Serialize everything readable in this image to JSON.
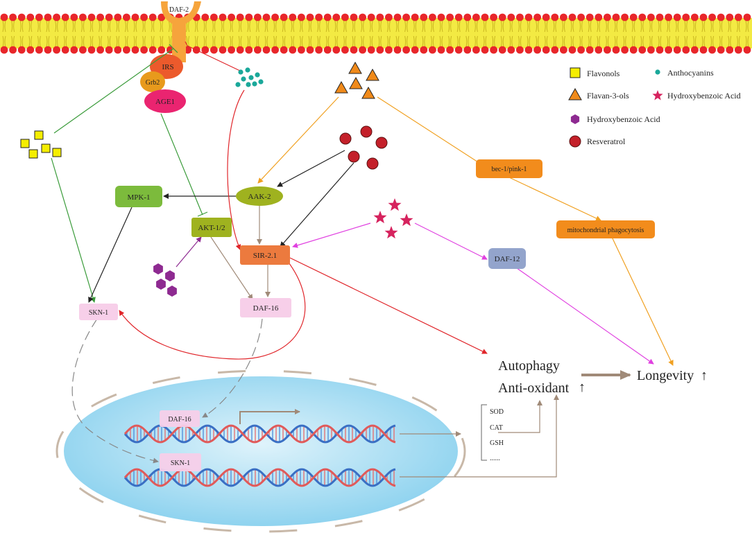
{
  "receptor": {
    "label": "DAF-2"
  },
  "adaptors": {
    "irs": "IRS",
    "grb2": "Grb2",
    "age1": "AGE1"
  },
  "nodes": {
    "mpk1": "MPK-1",
    "aak2": "AAK-2",
    "akt": "AKT-1/2",
    "sir": "SIR-2.1",
    "daf16": "DAF-16",
    "skn1": "SKN-1",
    "daf12": "DAF-12",
    "bec": "bec-1/pink-1",
    "mito": "mitochondrial phagocytosis"
  },
  "nucleus": {
    "daf16": "DAF-16",
    "skn1": "SKN-1"
  },
  "enzymes": [
    "SOD",
    "CAT",
    "GSH",
    "......"
  ],
  "outcomes": {
    "autophagy": "Autophagy",
    "antioxidant": "Anti-oxidant",
    "longevity": "Longevity",
    "up_arrow": "↑"
  },
  "legend": {
    "flavonols": "Flavonols",
    "anthocyanins": "Anthocyanins",
    "flavan3ols": "Flavan-3-ols",
    "hydroxybenzoic_star": "Hydroxybenzoic Acid",
    "hydroxybenzoic_hex": "Hydroxybenzoic Acid",
    "resveratrol": "Resveratrol"
  },
  "colors": {
    "flavonols": "#f5ee00",
    "anthocyanins": "#1aa89a",
    "flavan3ols": "#f08a1a",
    "hydroxybenzoic_star": "#d6235e",
    "hydroxybenzoic_hex": "#8e2a91",
    "resveratrol": "#c4202a",
    "green_box": "#7cbb3c",
    "olive_box": "#9fb21f",
    "sir_box": "#ec7a3e",
    "pink_box": "#f7cfe9",
    "daf12_box": "#93a4cc",
    "orange_box": "#f28c1c",
    "membrane_red": "#e8262a",
    "membrane_yellow": "#f3ea43",
    "nucleus": "#a9ddf3"
  }
}
